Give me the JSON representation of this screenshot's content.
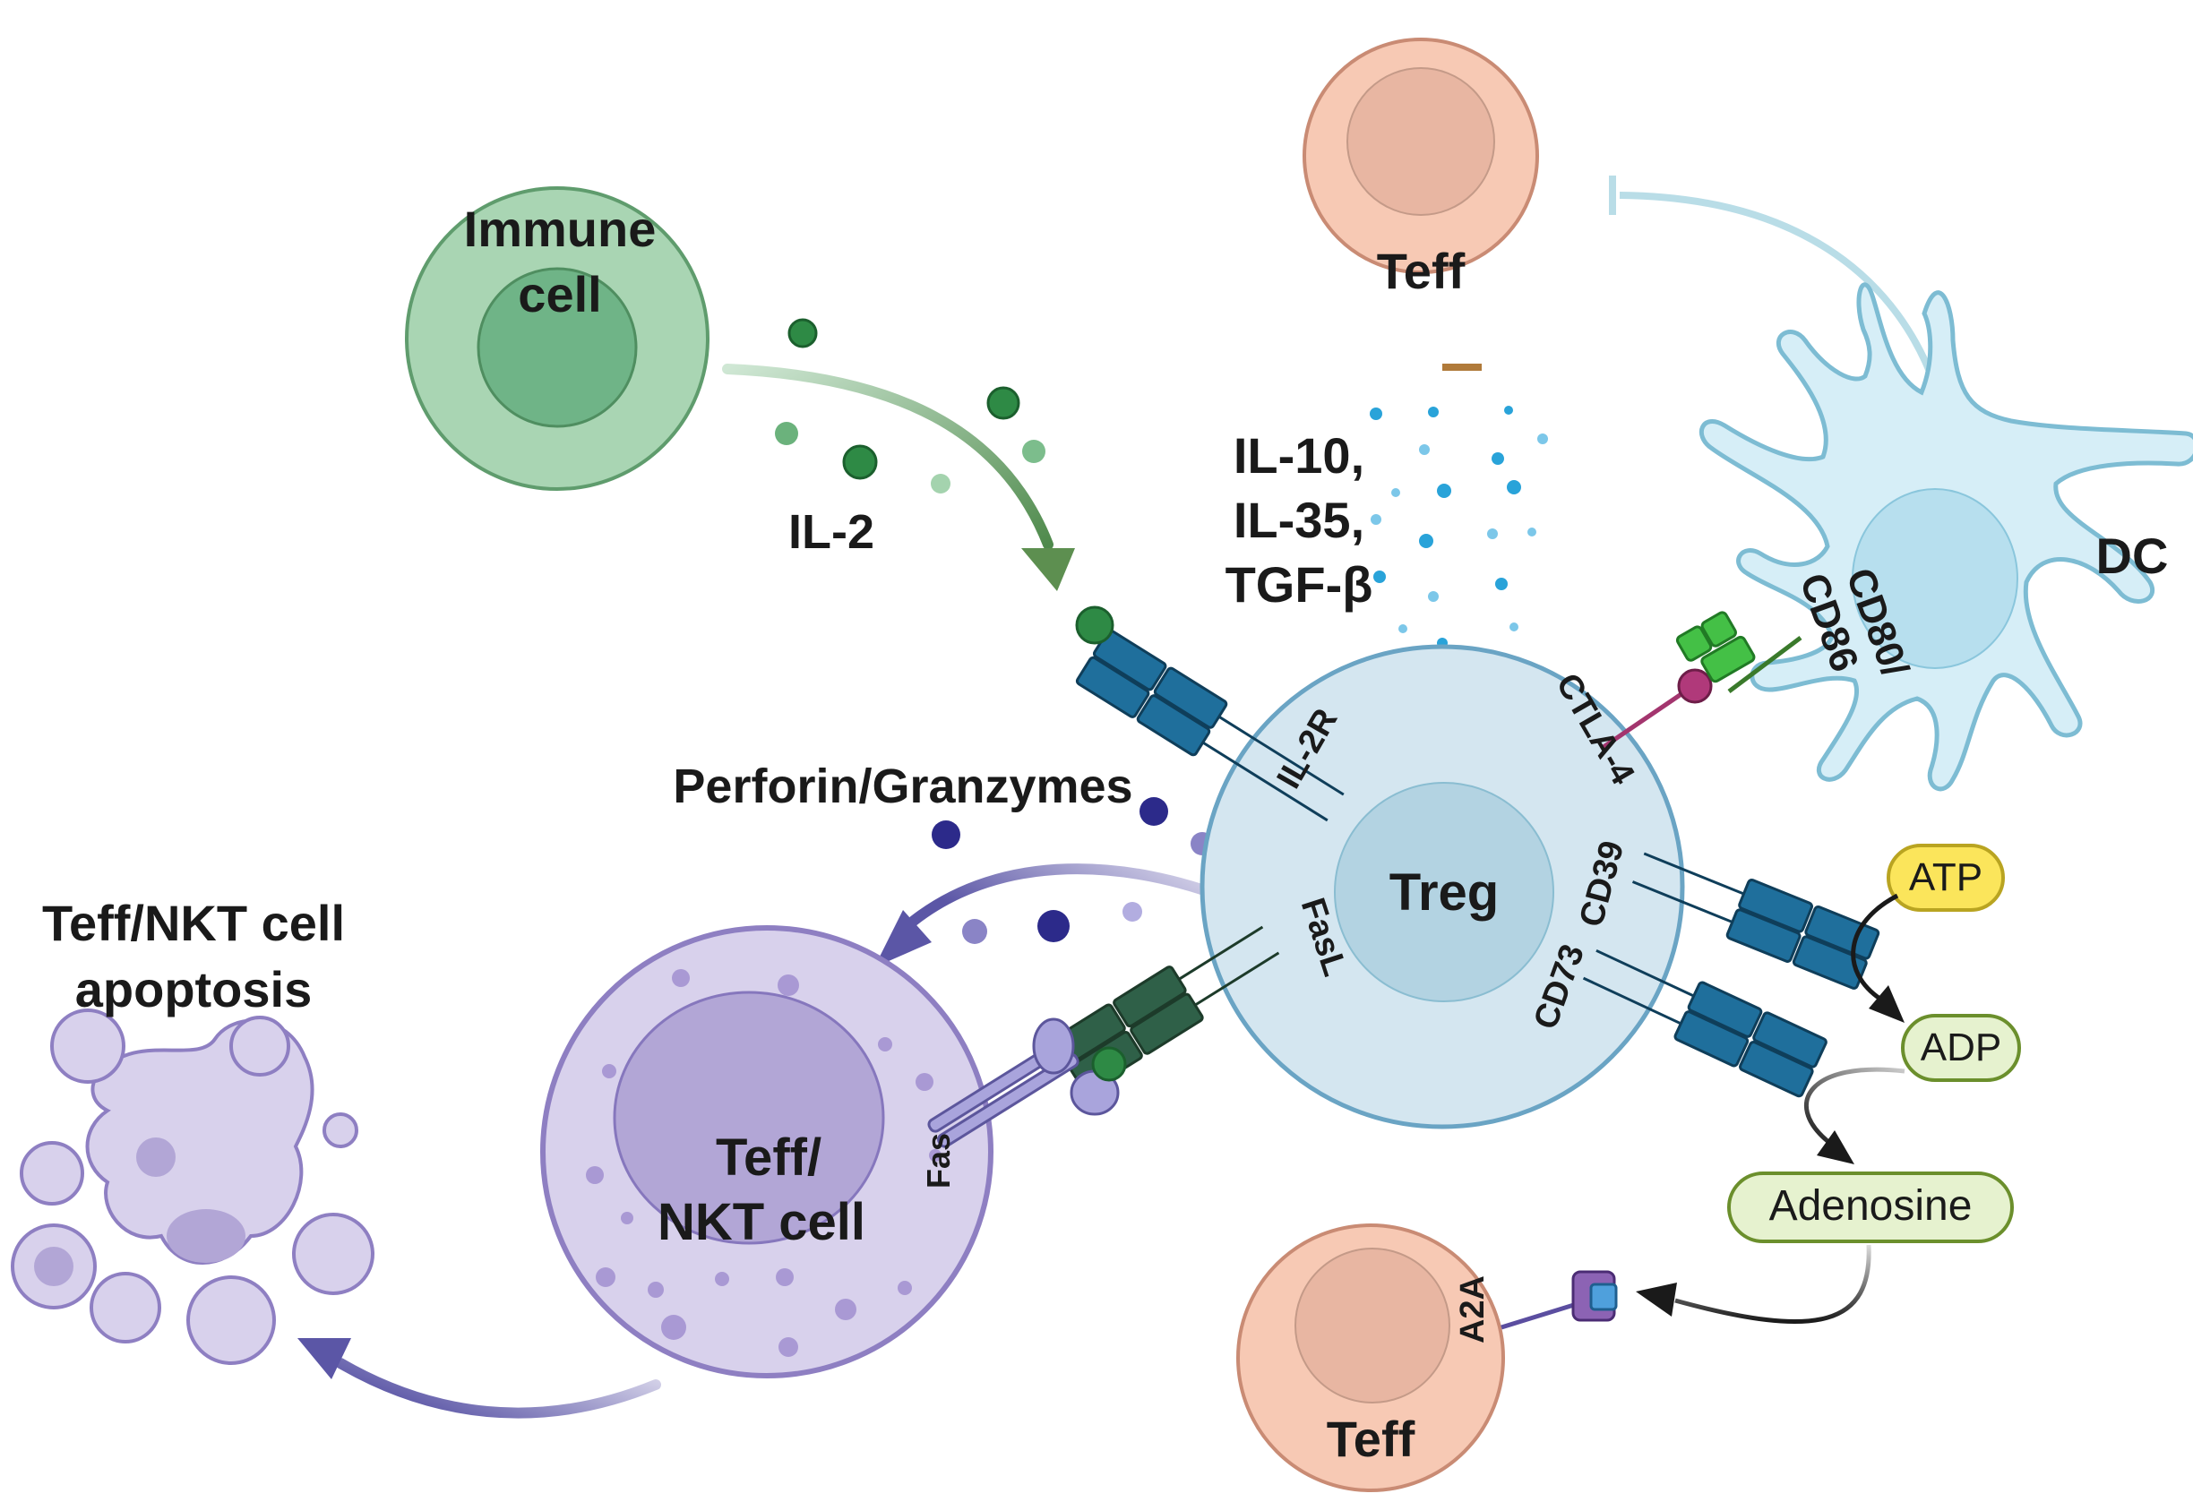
{
  "cells": {
    "immune": {
      "line1": "Immune",
      "line2": "cell"
    },
    "teff_top": "Teff",
    "teff_bottom": "Teff",
    "dc": "DC",
    "treg": "Treg",
    "teff_nkt": {
      "line1": "Teff/",
      "line2": "NKT cell"
    },
    "apoptosis": {
      "line1": "Teff/NKT cell",
      "line2": "apoptosis"
    }
  },
  "molecules": {
    "il2": "IL-2",
    "cytokines": {
      "line1": "IL-10,",
      "line2": "IL-35,",
      "line3": "TGF-β"
    },
    "perforin": "Perforin/Granzymes",
    "cd80": {
      "line1": "CD80/",
      "line2": "CD86"
    }
  },
  "receptors": {
    "il2r": "IL-2R",
    "ctla4": "CTLA-4",
    "cd39": "CD39",
    "cd73": "CD73",
    "fasl": "FasL",
    "fas": "Fas",
    "a2a": "A2A"
  },
  "metabolites": {
    "atp": "ATP",
    "adp": "ADP",
    "adenosine": "Adenosine"
  },
  "colors": {
    "immune_outer": "#a9d5b3",
    "immune_inner": "#6fb487",
    "teff_outer": "#f7c9b4",
    "teff_inner": "#e8b6a2",
    "treg_outer": "#d4e6f0",
    "treg_inner": "#b3d3e2",
    "dc_fill": "#d6eef7",
    "nkt_outer": "#d8d1ec",
    "nkt_inner": "#b2a6d6",
    "receptor": "#1f6f9c",
    "atp_fill": "#fbe55b",
    "adp_fill": "#e6f2cf"
  }
}
